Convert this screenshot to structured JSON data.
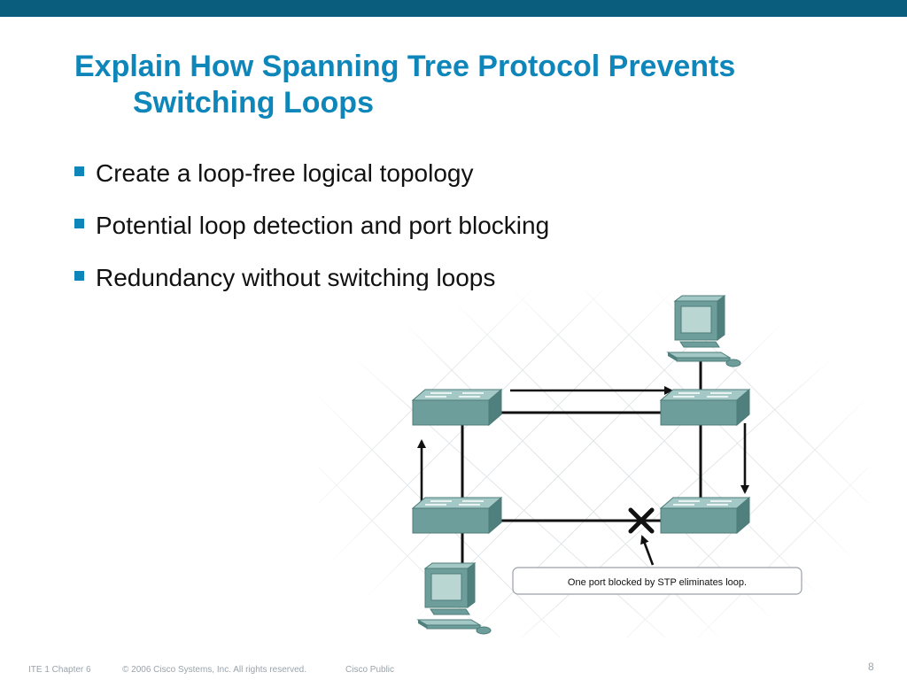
{
  "slide": {
    "title_line1": "Explain How Spanning Tree Protocol Prevents",
    "title_line2": "Switching Loops",
    "bullets": [
      "Create a loop-free logical topology",
      "Potential loop detection and port blocking",
      "Redundancy without switching loops"
    ]
  },
  "diagram": {
    "callout": "One port blocked by STP eliminates loop."
  },
  "footer": {
    "chapter": "ITE 1 Chapter 6",
    "copyright": "© 2006 Cisco Systems, Inc. All rights reserved.",
    "classification": "Cisco Public",
    "page_number": "8"
  },
  "colors": {
    "top_band": "#0a5d7c",
    "title": "#0e86b9",
    "bullet_marker": "#0e86b9",
    "device_fill": "#6e9e9b"
  }
}
